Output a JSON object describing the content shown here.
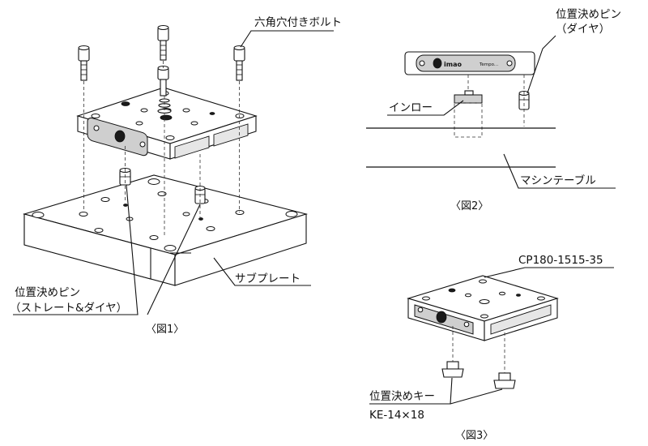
{
  "labels": {
    "hex_bolt": "六角穴付きボルト",
    "sub_plate": "サブプレート",
    "pin_fig1_line1": "位置決めピン",
    "pin_fig1_line2": "（ストレート&ダイヤ）",
    "pin_fig2_line1": "位置決めピン",
    "pin_fig2_line2": "（ダイヤ）",
    "inro": "インロー",
    "machine_table": "マシンテーブル",
    "model": "CP180-1515-35",
    "key_line1": "位置決めキー",
    "key_line2": "KE-14×18"
  },
  "captions": {
    "fig1": "〈図1〉",
    "fig2": "〈図2〉",
    "fig3": "〈図3〉"
  },
  "brand": {
    "logo": "imao",
    "side_text": "Tempo..."
  }
}
